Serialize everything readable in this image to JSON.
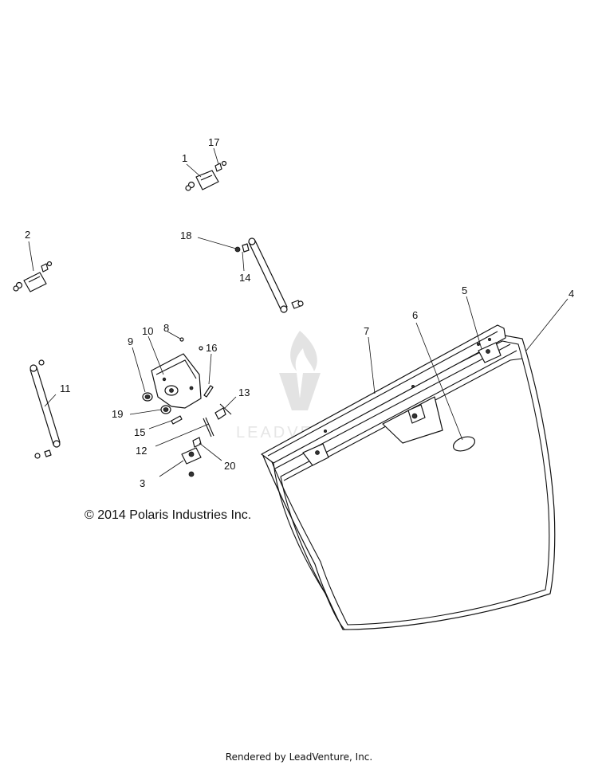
{
  "copyright": "© 2014 Polaris Industries Inc.",
  "footer": "Rendered by LeadVenture, Inc.",
  "watermark_text": "LEADVENTURE",
  "callouts": [
    "1",
    "2",
    "3",
    "4",
    "5",
    "6",
    "7",
    "8",
    "9",
    "10",
    "11",
    "12",
    "13",
    "14",
    "15",
    "16",
    "17",
    "18",
    "19",
    "20"
  ]
}
